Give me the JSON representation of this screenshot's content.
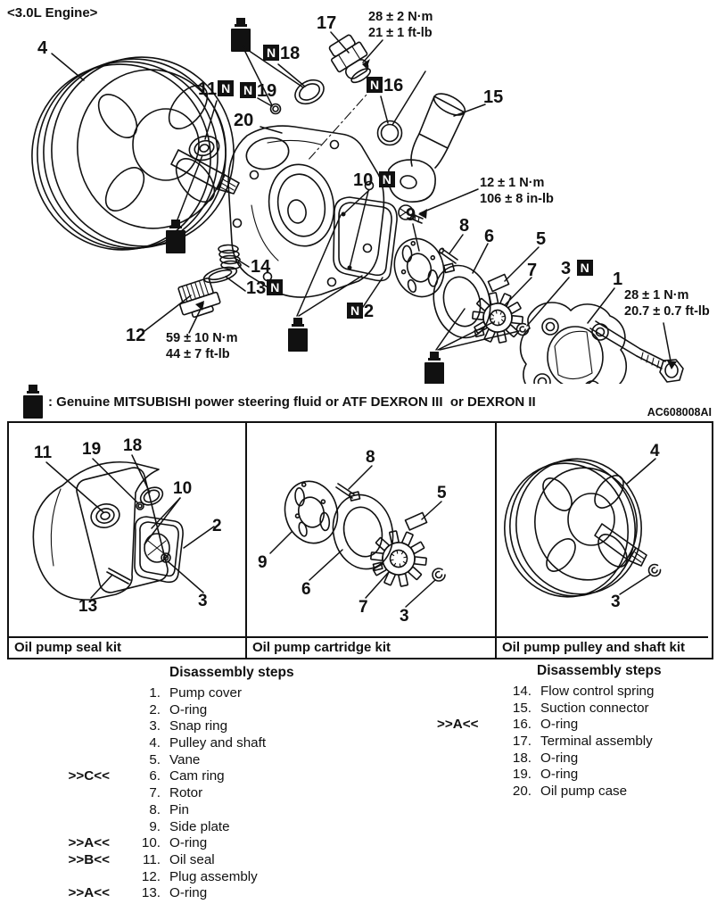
{
  "header": {
    "engine_label": "<3.0L Engine>"
  },
  "figure_code": "AC608008AI",
  "n_symbol": "N",
  "fluid_note": {
    "symbol_name": "fluid-bottle-icon",
    "text": ": Genuine MITSUBISHI power steering fluid or ATF DEXRON III  or DEXRON II"
  },
  "diagram": {
    "callouts": {
      "c1": "1",
      "c2": "2",
      "c3": "3",
      "c4": "4",
      "c5": "5",
      "c6": "6",
      "c7": "7",
      "c8": "8",
      "c9": "9",
      "c10": "10",
      "c11": "11",
      "c12": "12",
      "c13": "13",
      "c14": "14",
      "c15": "15",
      "c16": "16",
      "c17": "17",
      "c18": "18",
      "c19": "19",
      "c20": "20"
    },
    "torques": {
      "t17": {
        "l1": "28 ± 2 N·m",
        "l2": "21 ± 1 ft-lb"
      },
      "t15": {
        "l1": "12 ± 1 N·m",
        "l2": "106 ± 8 in-lb"
      },
      "t12": {
        "l1": "59 ± 10 N·m",
        "l2": "44 ± 7 ft-lb"
      },
      "t1": {
        "l1": "28 ± 1 N·m",
        "l2": "20.7 ± 0.7 ft-lb"
      }
    }
  },
  "panels": [
    {
      "caption": "Oil pump seal kit",
      "labels": [
        "11",
        "19",
        "18",
        "10",
        "2",
        "3",
        "13"
      ]
    },
    {
      "caption": "Oil pump cartridge kit",
      "labels": [
        "8",
        "5",
        "9",
        "6",
        "7",
        "3"
      ]
    },
    {
      "caption": "Oil pump pulley and shaft kit",
      "labels": [
        "4",
        "3"
      ]
    }
  ],
  "steps": {
    "left": {
      "title": "Disassembly steps",
      "items": [
        {
          "prefix": "",
          "num": "1.",
          "name": "Pump cover"
        },
        {
          "prefix": "",
          "num": "2.",
          "name": "O-ring"
        },
        {
          "prefix": "",
          "num": "3.",
          "name": "Snap ring"
        },
        {
          "prefix": "",
          "num": "4.",
          "name": "Pulley and shaft"
        },
        {
          "prefix": "",
          "num": "5.",
          "name": "Vane"
        },
        {
          "prefix": ">>C<<",
          "num": "6.",
          "name": "Cam ring"
        },
        {
          "prefix": "",
          "num": "7.",
          "name": "Rotor"
        },
        {
          "prefix": "",
          "num": "8.",
          "name": "Pin"
        },
        {
          "prefix": "",
          "num": "9.",
          "name": "Side plate"
        },
        {
          "prefix": ">>A<<",
          "num": "10.",
          "name": "O-ring"
        },
        {
          "prefix": ">>B<<",
          "num": "11.",
          "name": "Oil seal"
        },
        {
          "prefix": "",
          "num": "12.",
          "name": "Plug assembly"
        },
        {
          "prefix": ">>A<<",
          "num": "13.",
          "name": "O-ring"
        }
      ]
    },
    "right": {
      "title": "Disassembly steps",
      "items": [
        {
          "prefix": "",
          "num": "14.",
          "name": "Flow control spring"
        },
        {
          "prefix": "",
          "num": "15.",
          "name": "Suction connector"
        },
        {
          "prefix": ">>A<<",
          "num": "16.",
          "name": "O-ring"
        },
        {
          "prefix": "",
          "num": "17.",
          "name": "Terminal assembly"
        },
        {
          "prefix": "",
          "num": "18.",
          "name": "O-ring"
        },
        {
          "prefix": "",
          "num": "19.",
          "name": "O-ring"
        },
        {
          "prefix": "",
          "num": "20.",
          "name": "Oil pump case"
        }
      ]
    }
  }
}
